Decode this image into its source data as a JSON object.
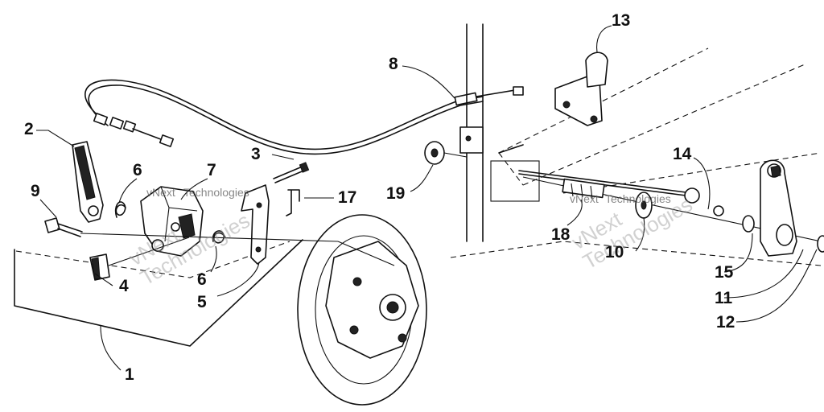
{
  "callouts": {
    "c1": "1",
    "c2": "2",
    "c3": "3",
    "c4": "4",
    "c5": "5",
    "c6a": "6",
    "c6b": "6",
    "c7": "7",
    "c8": "8",
    "c9": "9",
    "c10": "10",
    "c11": "11",
    "c12": "12",
    "c13": "13",
    "c14": "14",
    "c15": "15",
    "c17": "17",
    "c18": "18",
    "c19": "19"
  },
  "watermark": {
    "line1": "vNext",
    "line2": "Technologies",
    "small1": "vNext",
    "small2": "Technologies"
  }
}
